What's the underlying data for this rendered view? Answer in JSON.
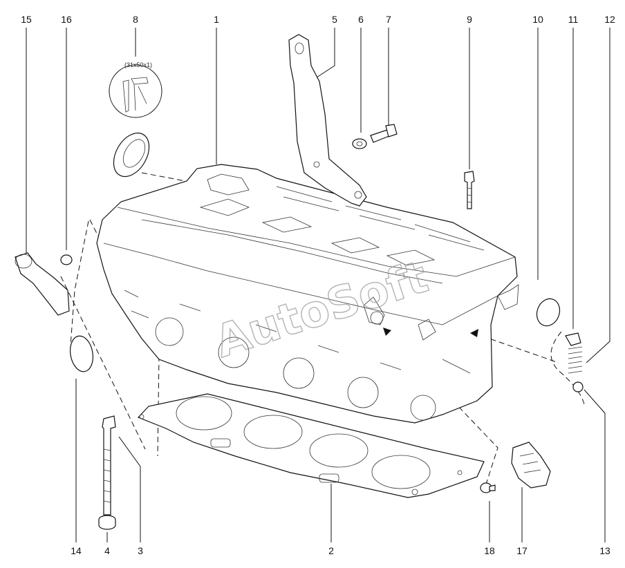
{
  "callouts": {
    "c1": "1",
    "c2": "2",
    "c3": "3",
    "c4": "4",
    "c5": "5",
    "c6": "6",
    "c7": "7",
    "c8": "8",
    "c9": "9",
    "c10": "10",
    "c11": "11",
    "c12": "12",
    "c13": "13",
    "c14": "14",
    "c15": "15",
    "c16": "16",
    "c17": "17",
    "c18": "18"
  },
  "tool_spec": "(31x50x1)",
  "watermark": "AutoSoft"
}
